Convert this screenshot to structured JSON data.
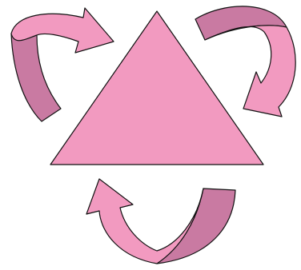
{
  "diagram": {
    "kind": "cycle",
    "center_shape": "triangle",
    "arrow_count": 3,
    "arrow_direction": "clockwise",
    "colors": {
      "fill_light": "#f29ac0",
      "fill_dark": "#c97aa2",
      "outline": "#111111",
      "background": "#ffffff"
    },
    "labels": []
  }
}
